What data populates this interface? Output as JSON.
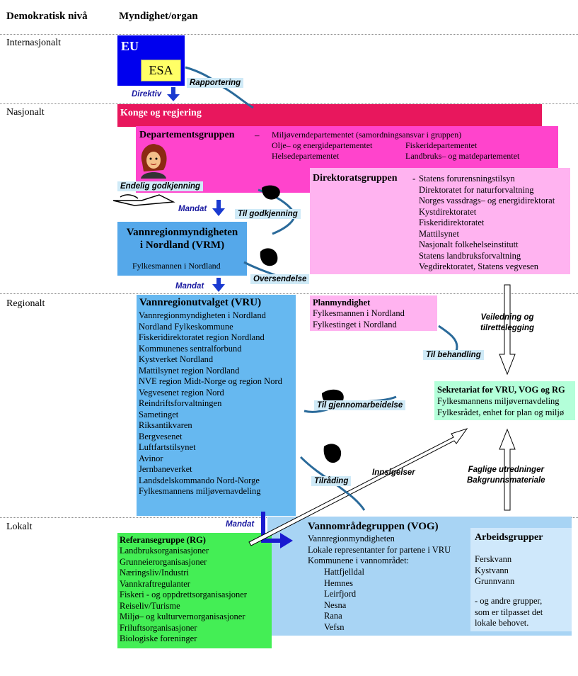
{
  "headers": {
    "level": "Demokratisk nivå",
    "authority": "Myndighet/organ"
  },
  "levels": [
    "Internasjonalt",
    "Nasjonalt",
    "Regionalt",
    "Lokalt"
  ],
  "eu": {
    "eu": "EU",
    "esa": "ESA"
  },
  "labels": {
    "rapportering": "Rapportering",
    "direktiv": "Direktiv",
    "endelig": "Endelig godkjenning",
    "mandat1": "Mandat",
    "til_godkjenning": "Til godkjenning",
    "mandat2": "Mandat",
    "oversendelse": "Oversendelse",
    "veiledning": [
      "Veiledning og",
      "tilrettelegging"
    ],
    "til_behandling": "Til behandling",
    "til_gjennom": "Til gjennomarbeidelse",
    "tilrading": "Tilråding",
    "innsigelser": "Innsigelser",
    "faglige": [
      "Faglige utredninger",
      "Bakgrunnsmateriale"
    ],
    "mandat3": "Mandat"
  },
  "konge": "Konge og regjering",
  "departement": {
    "title": "Departementsgruppen",
    "dash": "–",
    "col1": [
      "Miljøverndepartementet (samordningsansvar i gruppen)",
      "Olje– og energidepartementet",
      "Helsedepartementet"
    ],
    "col2": [
      "Fiskeridepartementet",
      "Landbruks– og matdepartementet"
    ]
  },
  "direktorat": {
    "title": "Direktoratsgruppen",
    "dash": "-",
    "items": [
      "Statens forurensningstilsyn",
      "Direktoratet for naturforvaltning",
      "Norges vassdrags– og energidirektorat",
      "Kystdirektoratet",
      "Fiskeridirektoratet",
      "Mattilsynet",
      "Nasjonalt folkehelseinstitutt",
      "Statens landbruksforvaltning",
      "Vegdirektoratet, Statens vegvesen"
    ]
  },
  "vrm": {
    "title1": "Vannregionmyndigheten",
    "title2": "i Nordland (VRM)",
    "sub": "Fylkesmannen i Nordland"
  },
  "vru": {
    "title": "Vannregionutvalget (VRU)",
    "items": [
      "Vannregionmyndigheten i Nordland",
      "Nordland Fylkeskommune",
      "Fiskeridirektoratet region Nordland",
      "Kommunenes sentralforbund",
      "Kystverket Nordland",
      "Mattilsynet region Nordland",
      "NVE region Midt-Norge og region Nord",
      "Vegvesenet region Nord",
      "Reindriftsforvaltningen",
      "Sametinget",
      "Riksantikvaren",
      "Bergvesenet",
      "Luftfartstilsynet",
      "Avinor",
      "Jernbaneverket",
      "Landsdelskommando Nord-Norge",
      "Fylkesmannens miljøvernavdeling"
    ]
  },
  "plan": {
    "title": "Planmyndighet",
    "items": [
      "Fylkesmannen i Nordland",
      "Fylkestinget i Nordland"
    ]
  },
  "sekretariat": {
    "title": "Sekretariat for VRU, VOG og RG",
    "items": [
      "Fylkesmannens miljøvernavdeling",
      "Fylkesrådet, enhet for plan og miljø"
    ]
  },
  "rg": {
    "title": "Referansegruppe (RG)",
    "items": [
      "Landbruksorganisasjoner",
      "Grunneierorganisasjoner",
      "Næringsliv/Industri",
      "Vannkraftregulanter",
      "Fiskeri - og oppdrettsorganisasjoner",
      "Reiseliv/Turisme",
      "Miljø– og kulturvernorganisasjoner",
      "Friluftsorganisasjoner",
      "Biologiske foreninger"
    ]
  },
  "vog": {
    "title": "Vannområdegruppen (VOG)",
    "items": [
      "Vannregionmyndigheten",
      "Lokale representanter for partene i VRU",
      "Kommunene i vannområdet:"
    ],
    "kommuner": [
      "Hattfjelldal",
      "Hemnes",
      "Leirfjord",
      "Nesna",
      "Rana",
      "Vefsn"
    ]
  },
  "arbeid": {
    "title": "Arbeidsgrupper",
    "items": [
      "Ferskvann",
      "Kystvann",
      "Grunnvann"
    ],
    "note": [
      "- og andre grupper,",
      "som er tilpasset det",
      "lokale behovet."
    ]
  },
  "colors": {
    "eu": "#0000ee",
    "esa": "#ffff66",
    "konge": "#e8175d",
    "dep": "#ff44cc",
    "dir": "#ffb3f0",
    "vrm": "#55a8ea",
    "vru": "#66b8f0",
    "plan": "#ffb3f0",
    "sek": "#b3ffd9",
    "rg": "#44ee55",
    "vog": "#a8d4f4",
    "arb": "#cfe8fb"
  }
}
